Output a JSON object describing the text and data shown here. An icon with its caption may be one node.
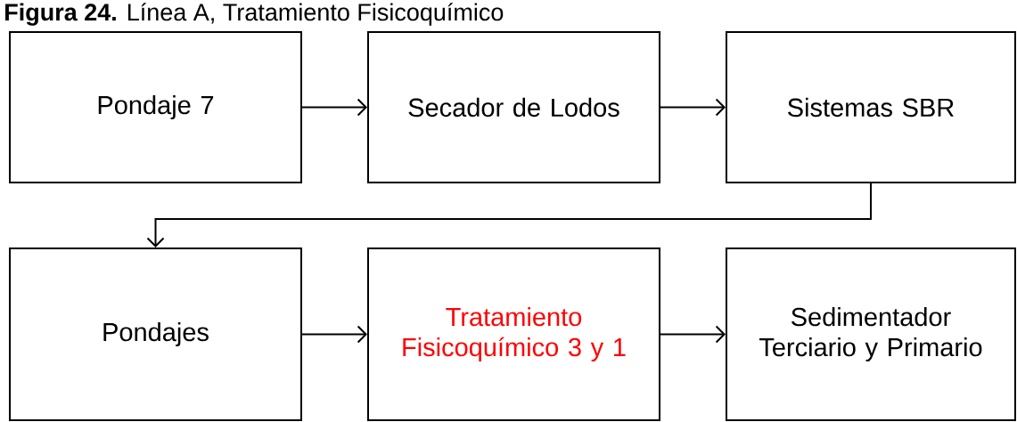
{
  "diagram": {
    "title": "**Figura 24.** Línea A, Tratamiento Fisicoquímico",
    "nodes": [
      {
        "text": [
          "Pondaje 7"
        ]
      },
      {
        "text": [
          "Secador de Lodos"
        ]
      },
      {
        "text": [
          "Sistemas SBR"
        ]
      },
      {
        "text": [
          "Pondajes"
        ]
      },
      {
        "text": [
          "Tratamiento Fisicoquímico 3 y 1"
        ]
      },
      {
        "text": [
          "Sedimentador Terciario y Primario"
        ]
      }
    ],
    "edges": [
      {
        "from": 0,
        "to": 1,
        "arrow": "to"
      },
      {
        "from": 1,
        "to": 2,
        "arrow": "to"
      },
      {
        "from": 2,
        "to": 3,
        "arrow": "to"
      },
      {
        "from": 3,
        "to": 4,
        "arrow": "to"
      },
      {
        "from": 4,
        "to": 5,
        "arrow": "to"
      }
    ]
  }
}
